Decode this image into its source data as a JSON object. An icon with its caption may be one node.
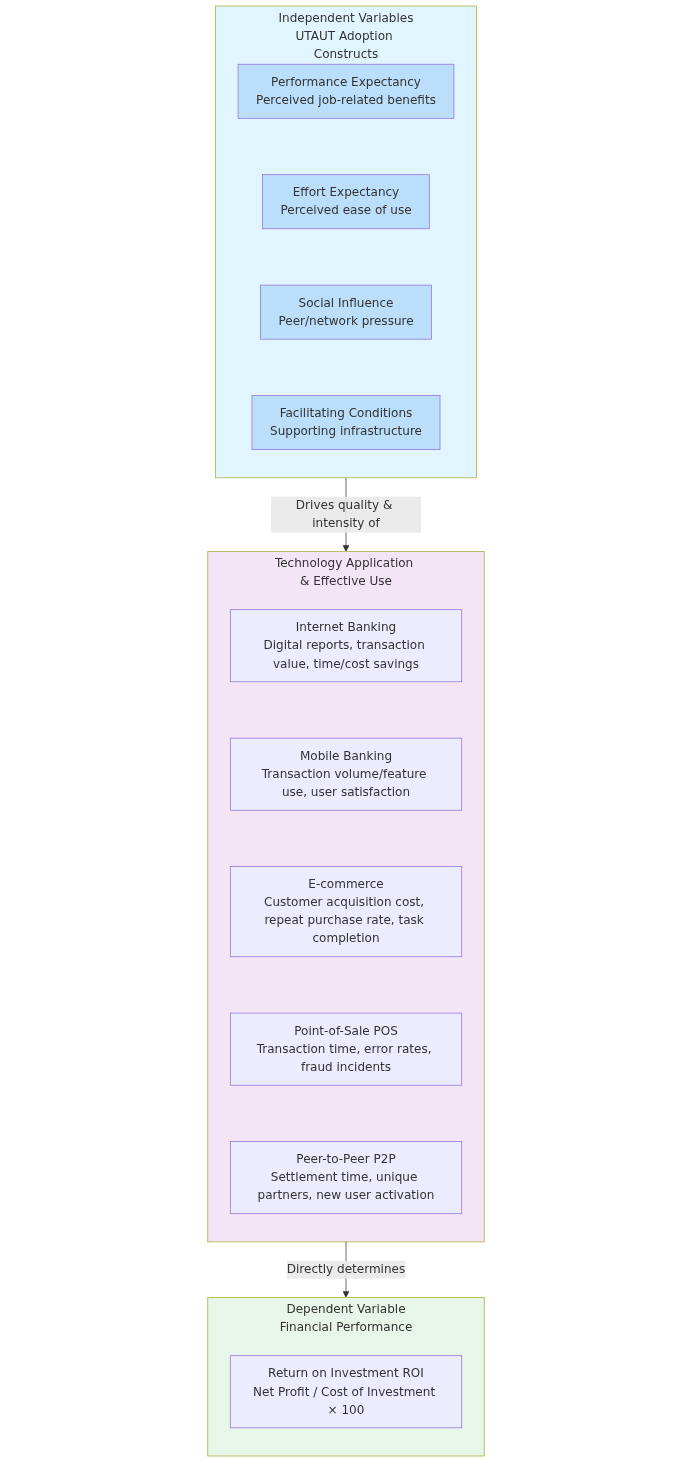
{
  "diagram": {
    "nodes": [
      {
        "text": [
          "Independent Variables",
          "UTAUT Adoption Constructs"
        ]
      },
      {
        "text": [
          "Performance Expectancy",
          "Perceived job-related benefits"
        ],
        "in": 0
      },
      {
        "text": [
          "Effort Expectancy",
          "Perceived ease of use"
        ],
        "in": 0
      },
      {
        "text": [
          "Social Influence",
          "Peer/network pressure"
        ],
        "in": 0
      },
      {
        "text": [
          "Facilitating Conditions",
          "Supporting infrastructure"
        ],
        "in": 0
      },
      {
        "text": [
          "Technology Application & Effective Use"
        ]
      },
      {
        "text": [
          "Internet Banking",
          "Digital reports, transaction value, time/cost savings"
        ],
        "in": 5
      },
      {
        "text": [
          "Mobile Banking",
          "Transaction volume/feature use, user satisfaction"
        ],
        "in": 5
      },
      {
        "text": [
          "E-commerce",
          "Customer acquisition cost, repeat purchase rate, task completion"
        ],
        "in": 5
      },
      {
        "text": [
          "Point-of-Sale POS",
          "Transaction time, error rates, fraud incidents"
        ],
        "in": 5
      },
      {
        "text": [
          "Peer-to-Peer P2P",
          "Settlement time, unique partners, new user activation"
        ],
        "in": 5
      },
      {
        "text": [
          "Dependent Variable",
          "Financial Performance"
        ]
      },
      {
        "text": [
          "Return on Investment ROI",
          "Net Profit / Cost of Investment × 100"
        ],
        "in": 11
      }
    ],
    "edges": [
      {
        "from": 0,
        "to": 5,
        "arrow": "to",
        "label": "Drives quality & intensity of"
      },
      {
        "from": 5,
        "to": 11,
        "arrow": "to",
        "label": "Directly determines"
      }
    ]
  }
}
